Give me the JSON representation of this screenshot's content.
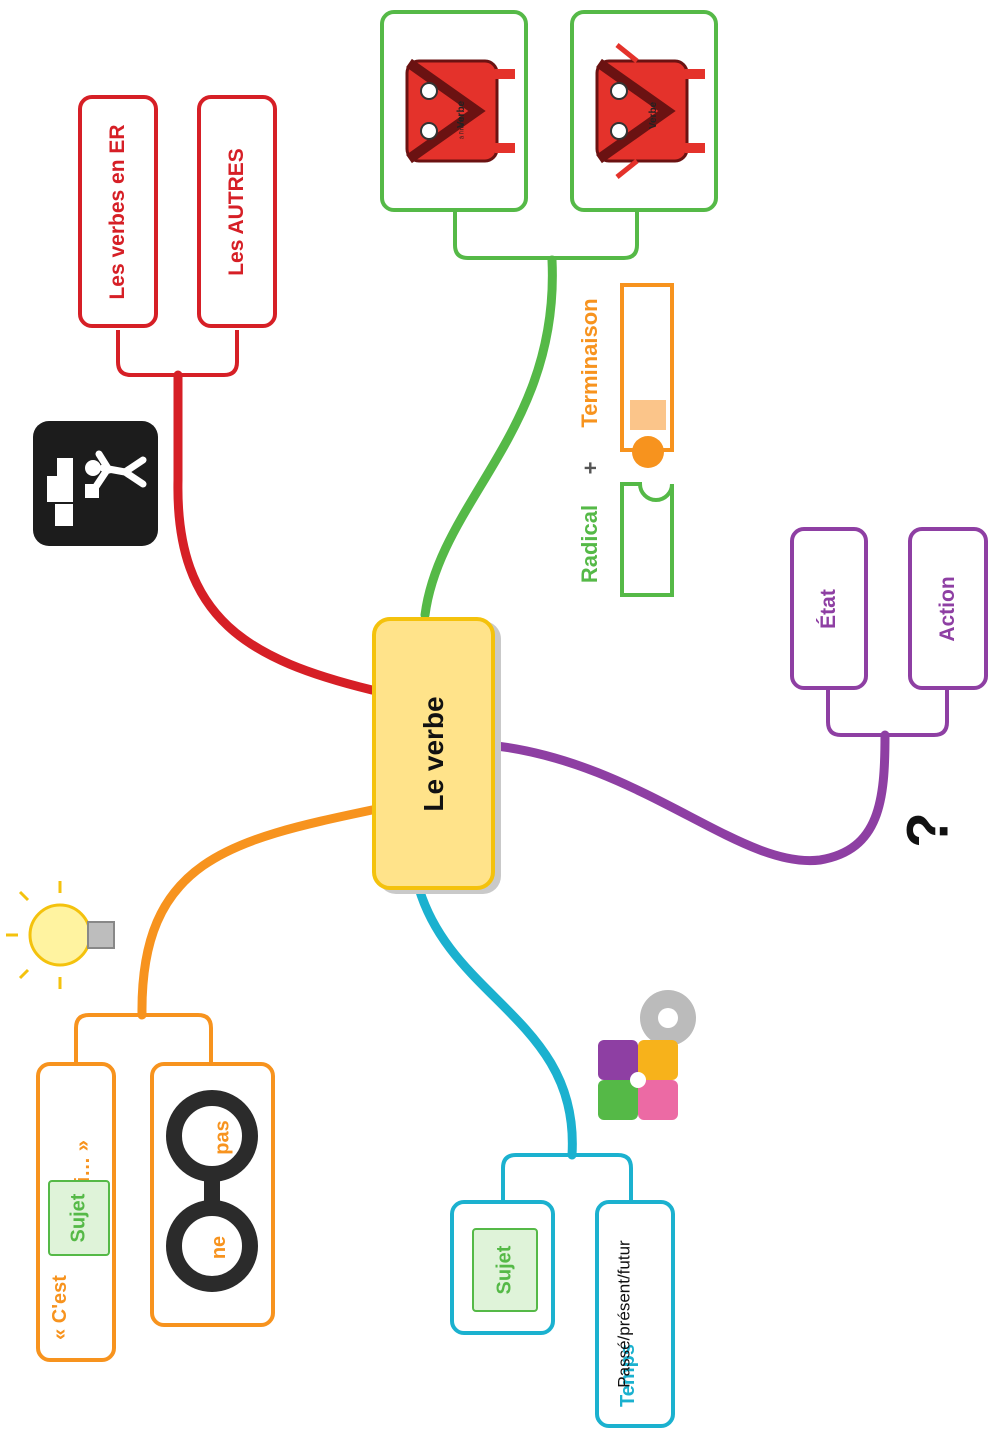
{
  "center": {
    "label": "Le verbe"
  },
  "colors": {
    "red": "#d61f26",
    "green": "#55b947",
    "purple": "#8e3fa3",
    "cyan": "#1bb1cf",
    "orange": "#f7931e",
    "center_fill": "#ffe38a",
    "center_border": "#f4c20d"
  },
  "red_branch": {
    "items": [
      "Les verbes en ER",
      "Les AUTRES"
    ],
    "icon": "person-sorting-boxes-icon"
  },
  "green_branch": {
    "cards": [
      {
        "monster_label": "Verbe",
        "monster_sub": "à l'infinitif"
      },
      {
        "monster_label": "Verbe"
      }
    ],
    "radical": "Radical",
    "plus": "+",
    "termination": "Terminaison"
  },
  "purple_branch": {
    "items": [
      "État",
      "Action"
    ],
    "question": "?"
  },
  "cyan_branch": {
    "sujet": "Sujet",
    "temps_title": "Temps",
    "temps_sub": "Passé/présent/futur",
    "icon": "puzzle-gears-icon"
  },
  "orange_branch": {
    "phrase_open": "« C'est",
    "phrase_sujet": "Sujet",
    "phrase_close": "qui… »",
    "ne": "ne",
    "pas": "pas",
    "icon": "lightbulb-icon"
  }
}
